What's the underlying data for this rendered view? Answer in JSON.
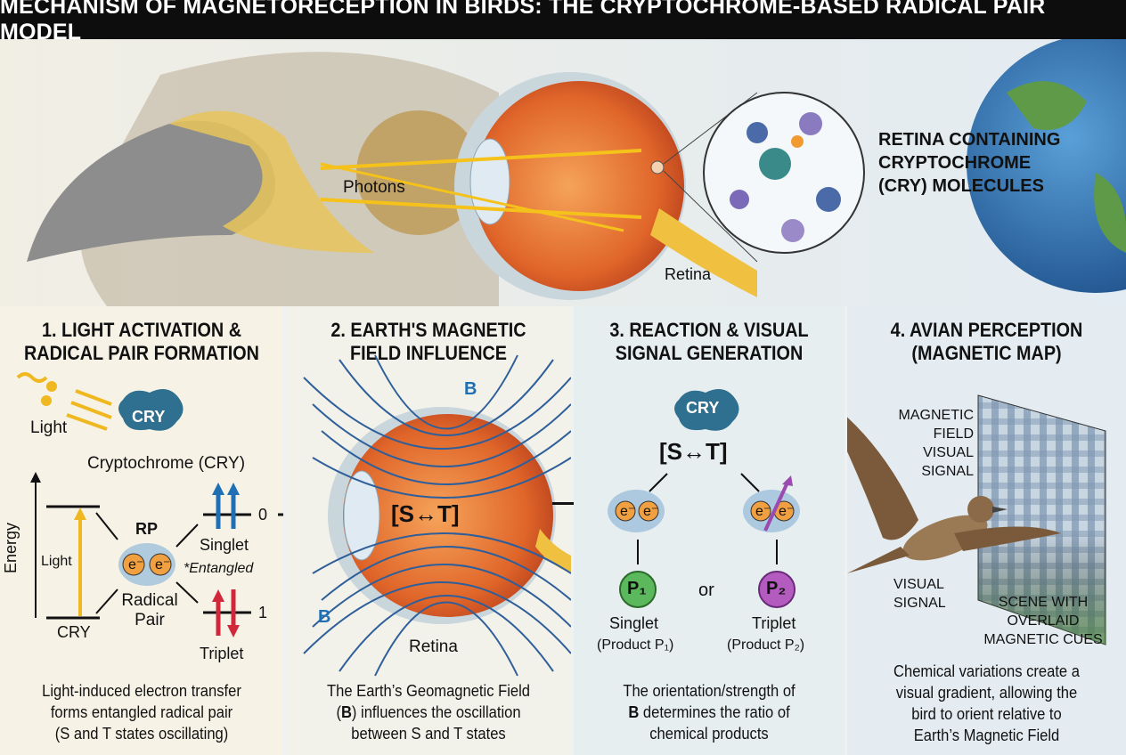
{
  "title": "MECHANISM OF MAGNETORECEPTION IN BIRDS: THE CRYPTOCHROME-BASED RADICAL PAIR MODEL",
  "hero": {
    "photons": "Photons",
    "retina": "Retina",
    "callout": [
      "RETINA CONTAINING",
      "CRYPTOCHROME",
      "(CRY) MOLECULES"
    ]
  },
  "panel1": {
    "heading": [
      "1. LIGHT ACTIVATION &",
      "RADICAL PAIR FORMATION"
    ],
    "light": "Light",
    "cry_badge": "CRY",
    "cryptochrome": "Cryptochrome (CRY)",
    "energy": "Energy",
    "light_arrow": "Light",
    "cry_ground": "CRY",
    "rp": "RP",
    "electron": "e⁻",
    "radical_pair": [
      "Radical",
      "Pair"
    ],
    "singlet": "Singlet",
    "entangled": "*Entangled",
    "triplet": "Triplet",
    "level0": "0",
    "level1": "1",
    "description": [
      "Light-induced electron transfer",
      "forms entangled radical pair",
      "(S and T states oscillating)"
    ]
  },
  "panel2": {
    "heading": [
      "2. EARTH'S MAGNETIC",
      "FIELD INFLUENCE"
    ],
    "b_top": "B",
    "b_bottom": "B",
    "state": "[S↔T]",
    "retina": "Retina",
    "description_b": "B",
    "description": [
      "The Earth’s Geomagnetic Field",
      "influences the oscillation",
      "between S and T states"
    ]
  },
  "panel3": {
    "heading": [
      "3. REACTION & VISUAL",
      "SIGNAL GENERATION"
    ],
    "cry_badge": "CRY",
    "state": "[S↔T]",
    "electron": "e⁻",
    "p1": "P₁",
    "p2": "P₂",
    "or": "or",
    "singlet": "Singlet",
    "singlet_product": "(Product P₁)",
    "triplet": "Triplet",
    "triplet_product": "(Product P₂)",
    "description_b": "B",
    "description": [
      "The orientation/strength of",
      "determines the ratio of",
      "chemical products"
    ]
  },
  "panel4": {
    "heading": [
      "4. AVIAN PERCEPTION",
      "(MAGNETIC MAP)"
    ],
    "mf_label": [
      "MAGNETIC",
      "FIELD",
      "VISUAL",
      "SIGNAL"
    ],
    "visual_signal": [
      "VISUAL",
      "SIGNAL"
    ],
    "scene": [
      "SCENE WITH",
      "OVERLAID",
      "MAGNETIC CUES"
    ],
    "description": [
      "Chemical variations create a",
      "visual gradient, allowing the",
      "bird to orient relative to",
      "Earth’s Magnetic Field"
    ]
  },
  "colors": {
    "title_bg": "#0d0d0d",
    "field_line": "#2f5f9a",
    "singlet_arrow": "#1f6fb5",
    "triplet_arrow": "#d0283a",
    "light": "#f0b820",
    "p1": "#5cb85c",
    "p2": "#b45bbf",
    "cry": "#2f6f8f"
  }
}
